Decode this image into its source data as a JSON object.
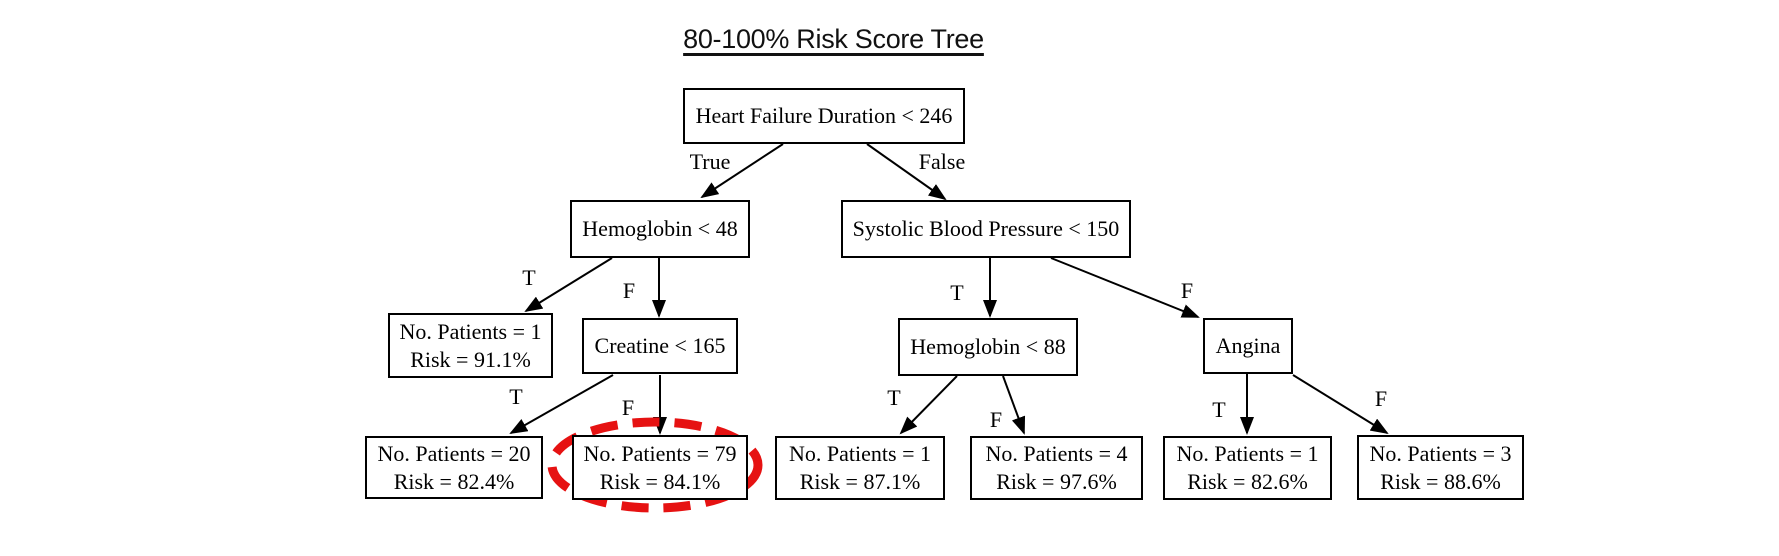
{
  "title": "80-100% Risk Score Tree",
  "colors": {
    "highlight_red": "#e61212",
    "line_black": "#000000"
  },
  "edge_labels": {
    "true_full": "True",
    "false_full": "False",
    "t": "T",
    "f": "F"
  },
  "tree": {
    "root": "Heart Failure Duration < 246",
    "hemoglobin_48": "Hemoglobin < 48",
    "systolic_bp_150": "Systolic Blood Pressure < 150",
    "creatine_165": "Creatine < 165",
    "hemoglobin_88": "Hemoglobin < 88",
    "angina": "Angina"
  },
  "leaves": {
    "hb48_true": {
      "patients": "No. Patients = 1",
      "risk": "Risk = 91.1%"
    },
    "creatine_true": {
      "patients": "No. Patients = 20",
      "risk": "Risk = 82.4%"
    },
    "creatine_false": {
      "patients": "No. Patients = 79",
      "risk": "Risk = 84.1%",
      "highlighted": true
    },
    "hb88_true": {
      "patients": "No. Patients = 1",
      "risk": "Risk = 87.1%"
    },
    "hb88_false": {
      "patients": "No. Patients = 4",
      "risk": "Risk = 97.6%"
    },
    "angina_true": {
      "patients": "No. Patients = 1",
      "risk": "Risk = 82.6%"
    },
    "angina_false": {
      "patients": "No. Patients = 3",
      "risk": "Risk = 88.6%"
    }
  }
}
